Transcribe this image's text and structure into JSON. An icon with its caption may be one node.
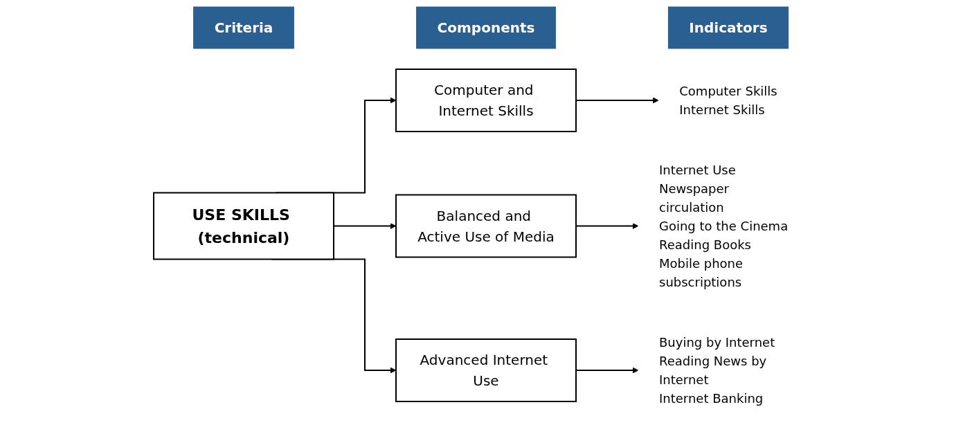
{
  "diagram": {
    "nodes": [
      {
        "text": [
          "Criteria"
        ]
      },
      {
        "text": [
          "Components"
        ]
      },
      {
        "text": [
          "Indicators"
        ]
      },
      {
        "text": [
          "USE SKILLS (technical)"
        ]
      },
      {
        "text": [
          "Computer and Internet Skills"
        ]
      },
      {
        "text": [
          "Balanced and Active Use of Media"
        ]
      },
      {
        "text": [
          "Advanced Internet Use"
        ]
      },
      {
        "text": [
          "Computer Skills",
          "Internet Skills"
        ]
      },
      {
        "text": [
          "Internet Use",
          "Newspaper circulation",
          "Going to the Cinema",
          "Reading Books",
          "Mobile phone subscriptions"
        ]
      },
      {
        "text": [
          "Buying by Internet",
          "Reading News by Internet",
          "Internet Banking"
        ]
      }
    ],
    "edges": [
      {
        "from": 3,
        "to": 4,
        "arrow": "to"
      },
      {
        "from": 3,
        "to": 5,
        "arrow": "to"
      },
      {
        "from": 3,
        "to": 6,
        "arrow": "to"
      },
      {
        "from": 4,
        "to": 7,
        "arrow": "to"
      },
      {
        "from": 5,
        "to": 8,
        "arrow": "to"
      },
      {
        "from": 6,
        "to": 9,
        "arrow": "to"
      }
    ]
  }
}
